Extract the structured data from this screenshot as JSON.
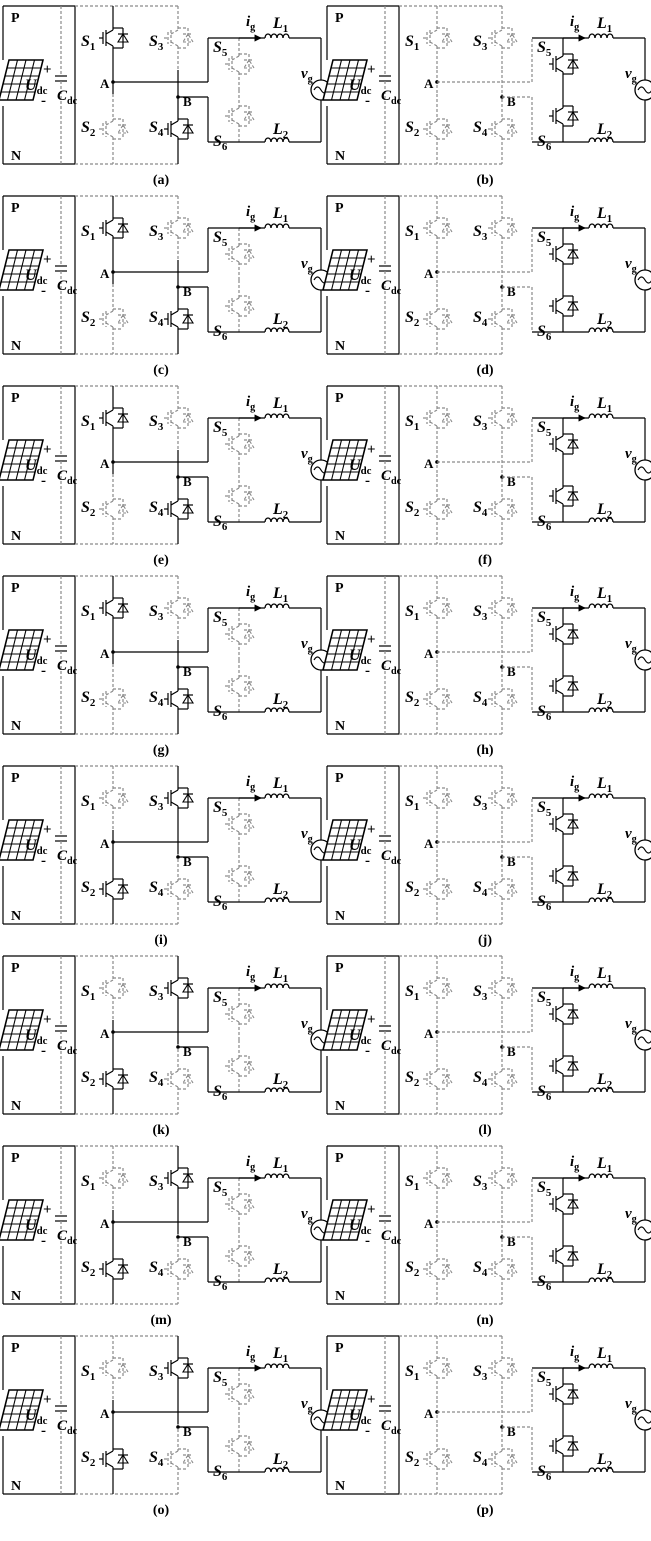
{
  "labels": {
    "rail_p": "P",
    "rail_n": "N",
    "s1": "S",
    "s1_sub": "1",
    "s2": "S",
    "s2_sub": "2",
    "s3": "S",
    "s3_sub": "3",
    "s4": "S",
    "s4_sub": "4",
    "s5": "S",
    "s5_sub": "5",
    "s6": "S",
    "s6_sub": "6",
    "node_a": "A",
    "node_b": "B",
    "current": "i",
    "current_sub": "g",
    "l1": "L",
    "l1_sub": "1",
    "l2": "L",
    "l2_sub": "2",
    "grid": "v",
    "grid_sub": "g",
    "udc": "U",
    "udc_sub": "dc",
    "cdc": "C",
    "cdc_sub": "dc",
    "plus": "+",
    "minus": "-"
  },
  "panels": [
    {
      "caption": "(a)",
      "active": [
        "S1d",
        "S4",
        "S5d"
      ],
      "flow": "ab"
    },
    {
      "caption": "(b)",
      "active": [
        "S5",
        "S6"
      ],
      "flow": "none"
    },
    {
      "caption": "(c)",
      "active": [
        "S1",
        "S4"
      ],
      "flow": "ab"
    },
    {
      "caption": "(d)",
      "active": [
        "S5",
        "S6"
      ],
      "flow": "none"
    },
    {
      "caption": "(e)",
      "active": [
        "S1",
        "S4"
      ],
      "flow": "ab"
    },
    {
      "caption": "(f)",
      "active": [
        "S5",
        "S6"
      ],
      "flow": "none"
    },
    {
      "caption": "(g)",
      "active": [
        "S1",
        "S4"
      ],
      "flow": "ab"
    },
    {
      "caption": "(h)",
      "active": [
        "S5",
        "S6"
      ],
      "flow": "none"
    },
    {
      "caption": "(i)",
      "active": [
        "S2",
        "S3"
      ],
      "flow": "ba"
    },
    {
      "caption": "(j)",
      "active": [
        "S5",
        "S6"
      ],
      "flow": "none"
    },
    {
      "caption": "(k)",
      "active": [
        "S2",
        "S3"
      ],
      "flow": "ba"
    },
    {
      "caption": "(l)",
      "active": [
        "S5",
        "S6"
      ],
      "flow": "none"
    },
    {
      "caption": "(m)",
      "active": [
        "S2",
        "S3"
      ],
      "flow": "ba"
    },
    {
      "caption": "(n)",
      "active": [
        "S5",
        "S6"
      ],
      "flow": "none"
    },
    {
      "caption": "(o)",
      "active": [
        "S2",
        "S3"
      ],
      "flow": "ba"
    },
    {
      "caption": "(p)",
      "active": [
        "S5",
        "S6"
      ],
      "flow": "none"
    }
  ],
  "colors": {
    "ink": "#000000",
    "inactive": "#8a8a8a",
    "background": "#ffffff"
  }
}
